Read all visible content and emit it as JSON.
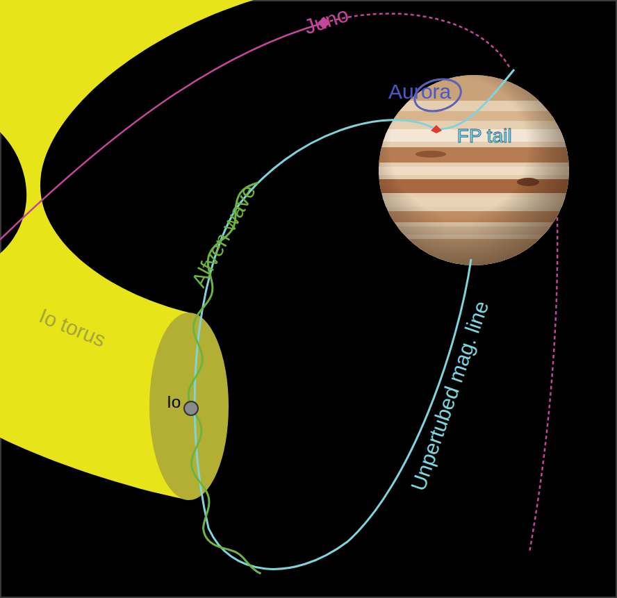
{
  "diagram": {
    "labels": [
      "Juno",
      "Aurora",
      "FP tail",
      "Alfven wave",
      "Io torus",
      "Io",
      "Unpertubed mag. line"
    ]
  }
}
